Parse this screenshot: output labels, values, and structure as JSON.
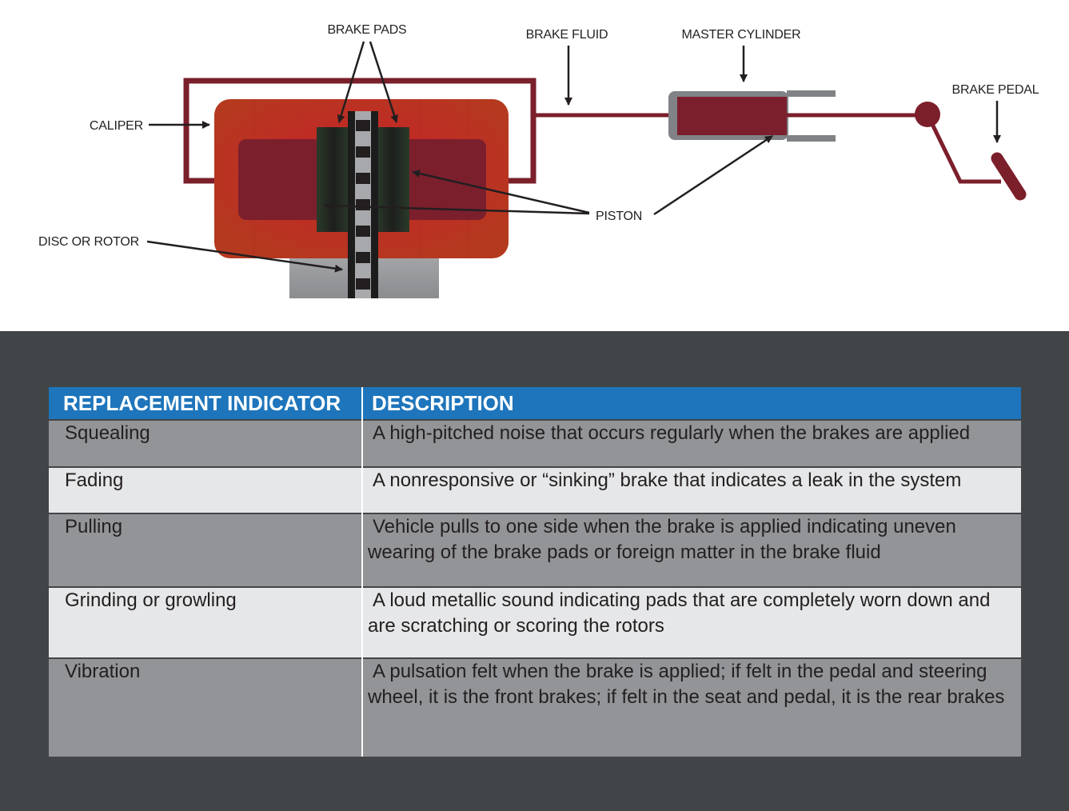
{
  "diagram": {
    "labels": {
      "brake_pads": "BRAKE PADS",
      "brake_fluid": "BRAKE FLUID",
      "master_cylinder": "MASTER CYLINDER",
      "brake_pedal": "BRAKE PEDAL",
      "caliper": "CALIPER",
      "piston": "PISTON",
      "disc_or_rotor": "DISC OR ROTOR"
    },
    "colors": {
      "caliper_body": "#b0301f",
      "caliper_center": "#c62128",
      "brake_line": "#7b1f2b",
      "cylinder_fill": "#7c1f2d",
      "cylinder_frame": "#808285",
      "rotor": "#939598",
      "pads": "#2e3b2c",
      "label_text": "#231f20"
    }
  },
  "table": {
    "headers": [
      "REPLACEMENT INDICATOR",
      "DESCRIPTION"
    ],
    "rows": [
      {
        "indicator": "Squealing",
        "description": "A high-pitched noise that occurs regularly when the brakes are applied"
      },
      {
        "indicator": "Fading",
        "description": "A nonresponsive or “sinking” brake that indicates a leak in the system"
      },
      {
        "indicator": "Pulling",
        "description": "Vehicle pulls to one side when the brake is applied indicating uneven wearing of the brake pads or foreign matter in the brake fluid"
      },
      {
        "indicator": "Grinding or growling",
        "description": "A loud metallic sound indicating pads that are completely worn down and are scratching or scoring the rotors"
      },
      {
        "indicator": "Vibration",
        "description": "A pulsation felt when the brake is applied; if felt in the pedal and steering wheel, it is the front brakes; if felt in the seat and pedal, it is the rear brakes"
      }
    ],
    "colors": {
      "header_bg": "#1e75bb",
      "row_dark": "#929497",
      "row_light": "#e6e7e8",
      "panel_bg": "#414547"
    }
  }
}
